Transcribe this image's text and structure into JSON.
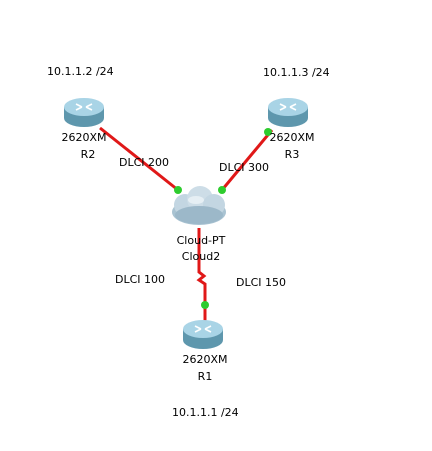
{
  "topology": {
    "nodes": [
      {
        "id": "r2",
        "model": "2620XM",
        "name": "R2",
        "ip": "10.1.1.2 /24",
        "kind": "router"
      },
      {
        "id": "r3",
        "model": "2620XM",
        "name": "R3",
        "ip": "10.1.1.3 /24",
        "kind": "router"
      },
      {
        "id": "r1",
        "model": "2620XM",
        "name": "R1",
        "ip": "10.1.1.1 /24",
        "kind": "router"
      },
      {
        "id": "cloud",
        "model": "Cloud-PT",
        "name": "Cloud2",
        "kind": "cloud"
      }
    ],
    "links": [
      {
        "id": "r2-cloud",
        "dlci": "DLCI 200"
      },
      {
        "id": "r3-cloud",
        "dlci": "DLCI 300"
      },
      {
        "id": "r1-cloud-left",
        "dlci": "DLCI 100"
      },
      {
        "id": "r1-cloud-right",
        "dlci": "DLCI 150"
      }
    ]
  },
  "colors": {
    "link": "#e01818",
    "link_up": "#2ecc2e",
    "router_top": "#a9d4e6",
    "router_side": "#5e97ad",
    "cloud": "#b9cfdc"
  },
  "icons": {
    "router": "router-icon",
    "cloud": "cloud-icon"
  }
}
